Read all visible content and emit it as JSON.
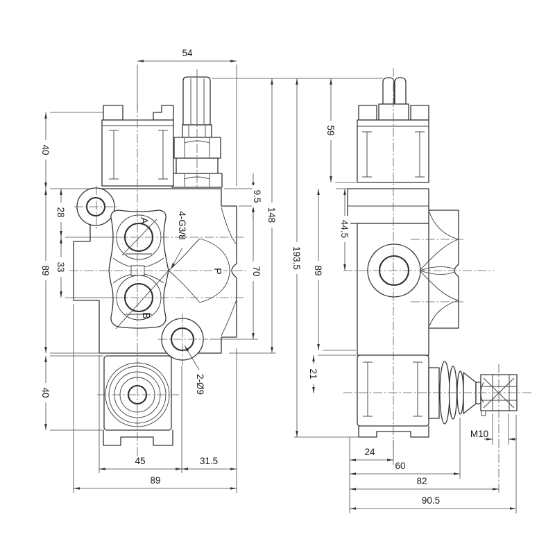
{
  "front_view": {
    "dims": {
      "top_width": "54",
      "cap_height": "40",
      "top_to_port_a": "28",
      "port_a_to_b": "33",
      "body_height": "89",
      "cover_height": "40",
      "bottom_left": "45",
      "bottom_right": "31.5",
      "overall_width": "89",
      "top_step": "9.5",
      "port_zone_height": "70",
      "upper_height": "148"
    },
    "labels": {
      "port_a": "A",
      "port_b": "B",
      "port_p": "P",
      "port_thread": "4-G3/8",
      "mount_holes": "2-Ø9"
    }
  },
  "side_view": {
    "dims": {
      "cap_height": "59",
      "cap_to_port": "44.5",
      "body_height": "89",
      "overall_height": "193.5",
      "block_to_lever_axis": "21",
      "face_to_center": "24",
      "face_to_casting": "60",
      "face_to_lever": "82",
      "overall_width": "90.5",
      "lever_thread": "M10"
    }
  }
}
